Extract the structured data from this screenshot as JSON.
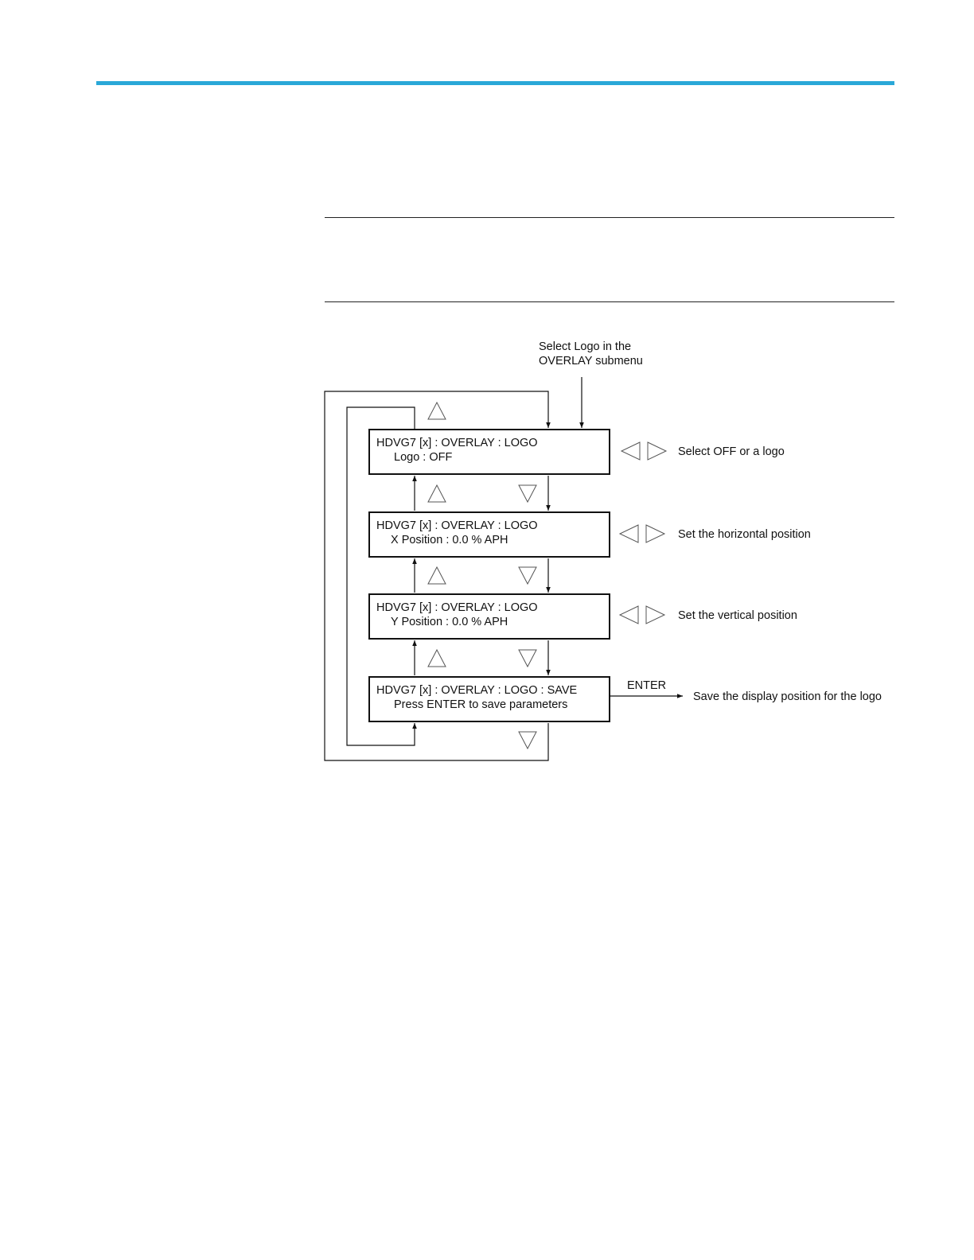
{
  "header": {
    "accent_color": "#2aa8d8"
  },
  "diagram": {
    "entry_label": [
      "Select Logo in the",
      "OVERLAY submenu"
    ],
    "screens": [
      {
        "title": "HDVG7 [x] : OVERLAY : LOGO",
        "value": "Logo : OFF"
      },
      {
        "title": "HDVG7 [x] : OVERLAY : LOGO",
        "value": "X Position : 0.0 % APH"
      },
      {
        "title": "HDVG7 [x] : OVERLAY : LOGO",
        "value": "Y Position : 0.0 % APH"
      },
      {
        "title": "HDVG7 [x] : OVERLAY : LOGO : SAVE",
        "value": "Press ENTER to save parameters"
      }
    ],
    "side_notes": [
      "Select OFF or a logo",
      "Set the horizontal position",
      "Set the vertical position"
    ],
    "enter_label": "ENTER",
    "enter_note": "Save the display position for the logo"
  }
}
